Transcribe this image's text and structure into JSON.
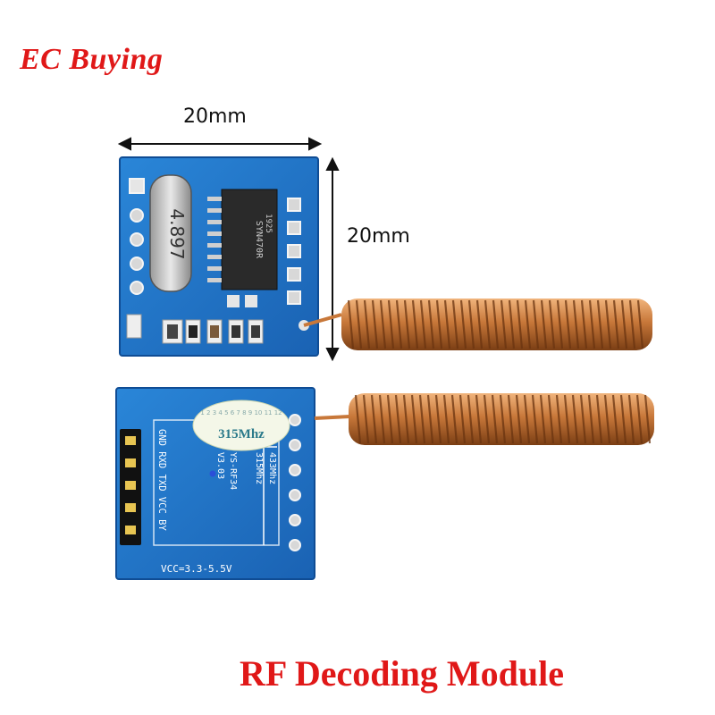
{
  "brand": {
    "logo_text": "EC Buying"
  },
  "dimensions": {
    "width_label": "20mm",
    "height_label": "20mm"
  },
  "top_module": {
    "chip_label": "SYN470R",
    "chip_code": "1925",
    "crystal_label": "4.897"
  },
  "bottom_module": {
    "sticker_freq": "315Mhz",
    "freq_433": "433Mhz",
    "freq_315": "315Mhz",
    "model": "YS-RF34",
    "version": "V3.03",
    "pin_labels": "GND RXD TXD VCC BY",
    "vcc_label": "VCC=3.3-5.5V",
    "sticker_numbers": "1 2 3 4 5 6 7 8 9 10 11 12"
  },
  "caption": "RF Decoding Module",
  "colors": {
    "brand_red": "#e01818",
    "pcb_blue": "#1f6fc4",
    "copper": "#c8783a"
  }
}
